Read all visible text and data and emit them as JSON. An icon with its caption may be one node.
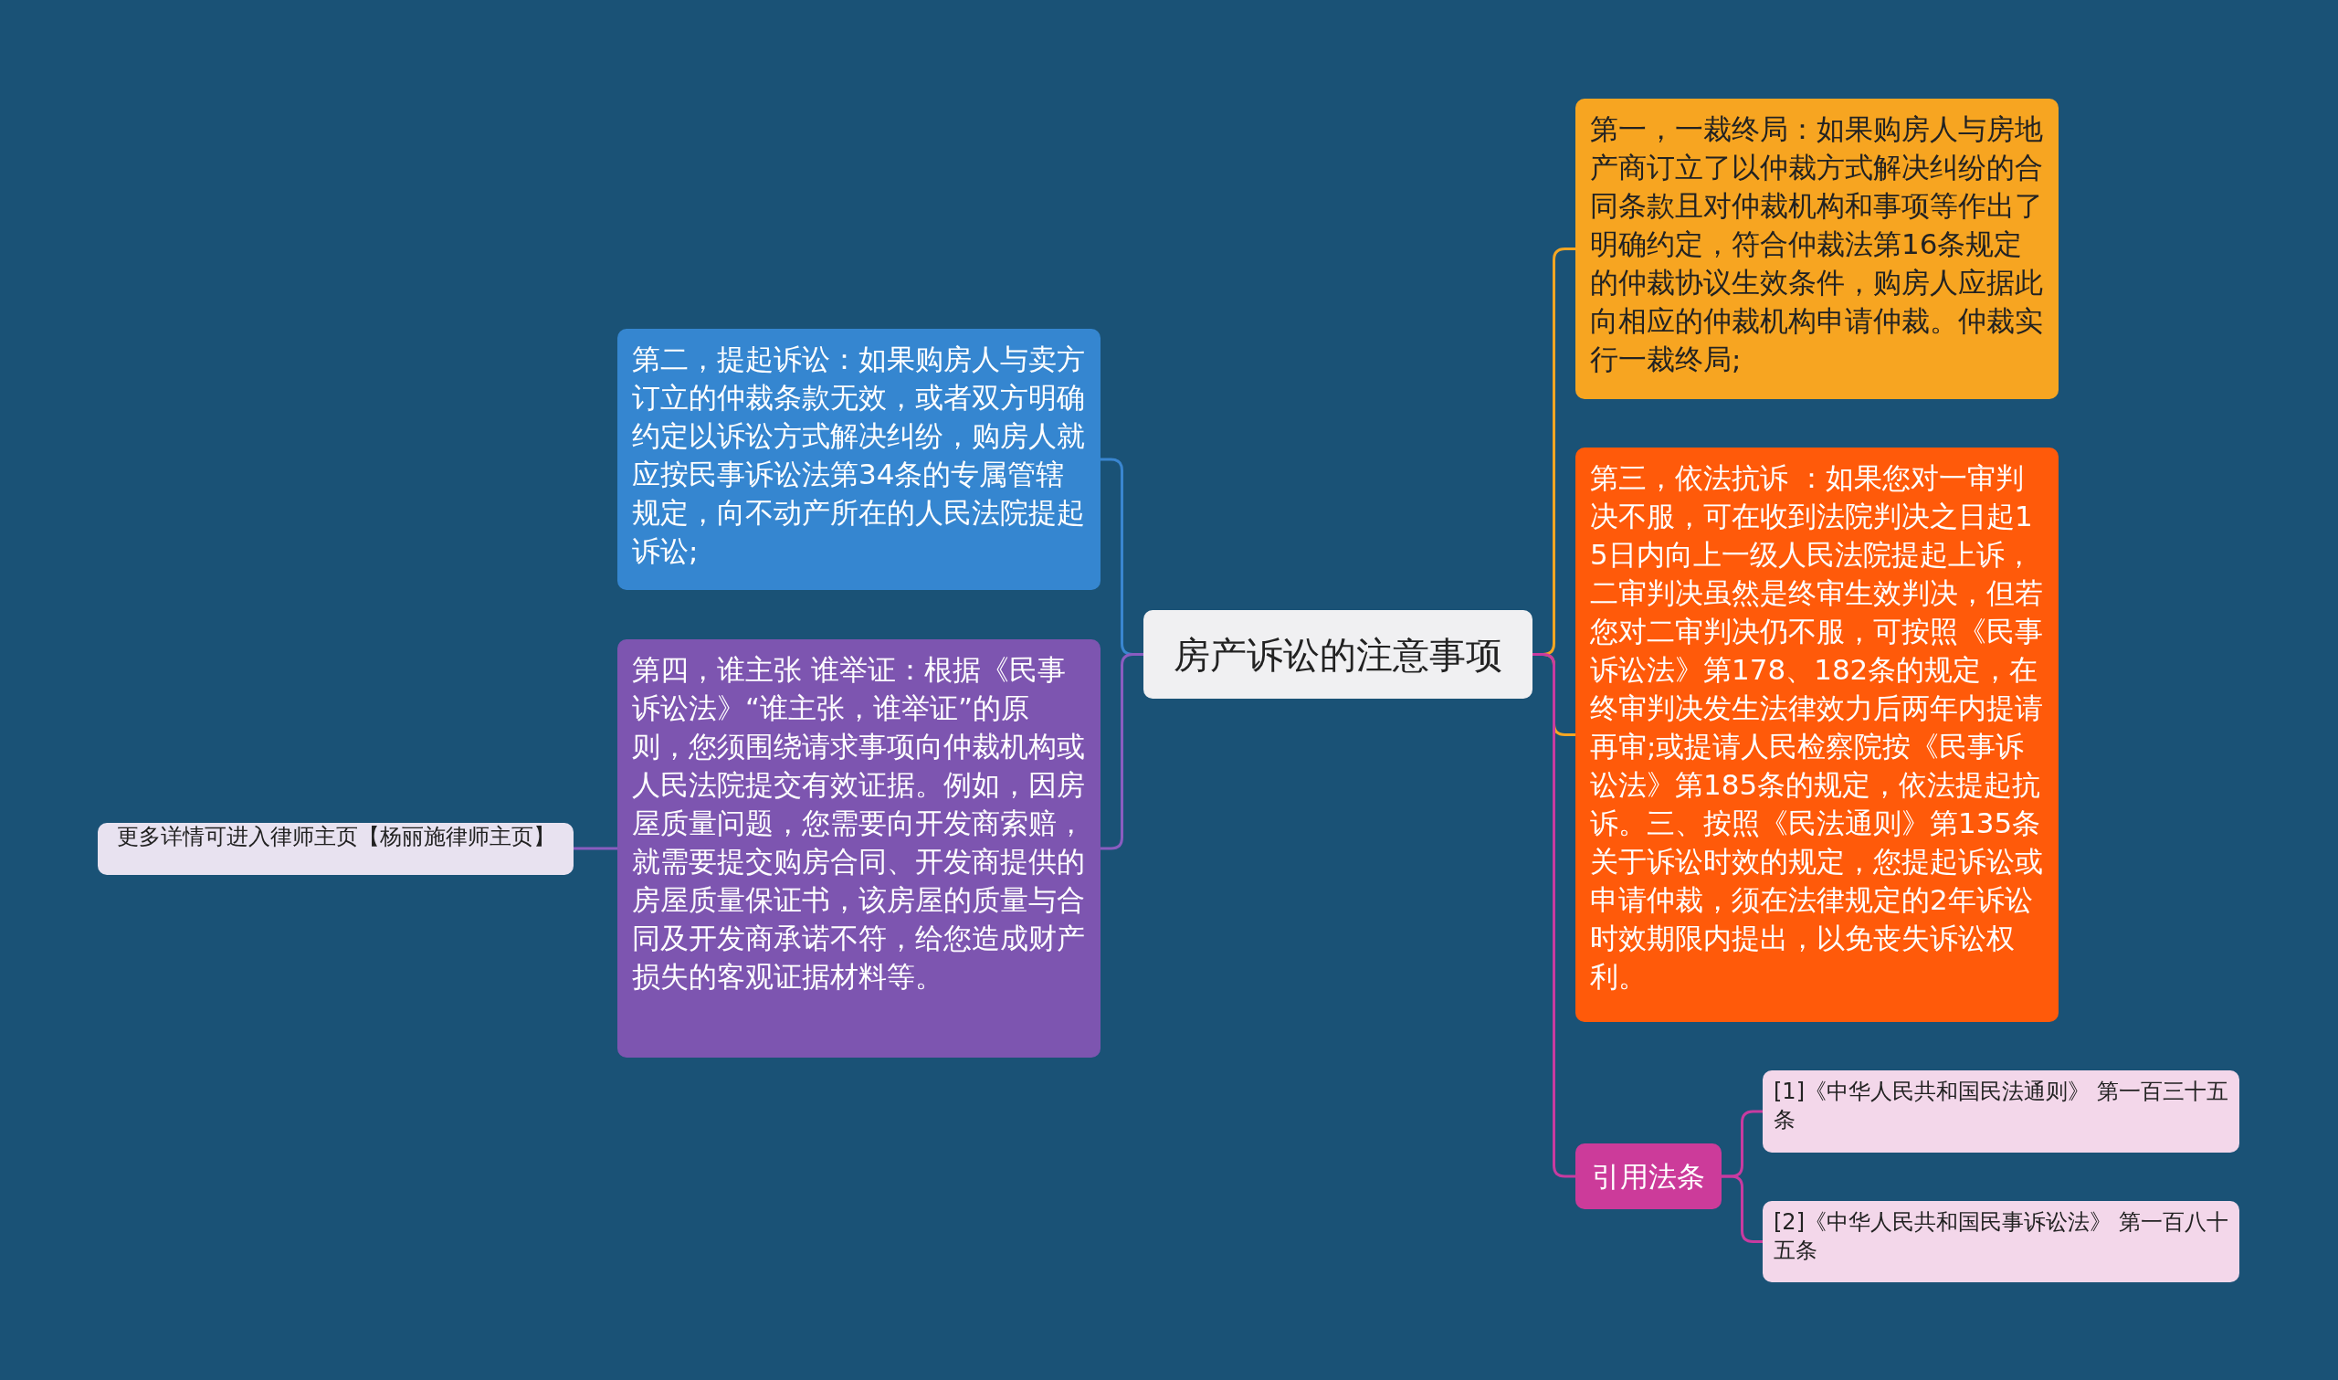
{
  "diagram": {
    "nodes": [
      {
        "text": [
          "房产诉讼的注意事项"
        ]
      },
      {
        "text": [
          "第二，提起诉讼：如果购房人与卖方订立的仲裁条款无效，或者双方明确约定以诉讼方式解决纠纷，购房人就应按民事诉讼法第34条的专属管辖规定，向不动产所在的人民法院提起诉讼;"
        ]
      },
      {
        "text": [
          "第四，谁主张 谁举证：根据《民事诉讼法》“谁主张，谁举证”的原则，您须围绕请求事项向仲裁机构或人民法院提交有效证据。例如，因房屋质量问题，您需要向开发商索赔，就需要提交购房合同、开发商提供的房屋质量保证书，该房屋的质量与合同及开发商承诺不符，给您造成财产损失的客观证据材料等。"
        ]
      },
      {
        "text": [
          "更多详情可进入律师主页【杨丽施律师主页】"
        ]
      },
      {
        "text": [
          "第一，一裁终局：如果购房人与房地产商订立了以仲裁方式解决纠纷的合同条款且对仲裁机构和事项等作出了明确约定，符合仲裁法第16条规定的仲裁协议生效条件，购房人应据此向相应的仲裁机构申请仲裁。仲裁实行一裁终局;"
        ]
      },
      {
        "text": [
          "第三，依法抗诉 ：如果您对一审判决不服，可在收到法院判决之日起15日内向上一级人民法院提起上诉，二审判决虽然是终审生效判决，但若您对二审判决仍不服，可按照《民事诉讼法》第178、182条的规定，在终审判决发生法律效力后两年内提请再审;或提请人民检察院按《民事诉讼法》第185条的规定，依法提起抗诉。三、按照《民法通则》第135条关于诉讼时效的规定，您提起诉讼或申请仲裁，须在法律规定的2年诉讼时效期限内提出，以免丧失诉讼权利。"
        ]
      },
      {
        "text": [
          "引用法条"
        ]
      },
      {
        "text": [
          "[1]《中华人民共和国民法通则》 第一百三十五条"
        ]
      },
      {
        "text": [
          "[2]《中华人民共和国民事诉讼法》 第一百八十五条"
        ]
      }
    ],
    "edges": [
      {
        "from": 0,
        "to": 1,
        "arrow": "none",
        "color": "#3a86d0"
      },
      {
        "from": 0,
        "to": 2,
        "arrow": "none",
        "color": "#8a5cc0"
      },
      {
        "from": 2,
        "to": 3,
        "arrow": "none",
        "color": "#8a5cc0"
      },
      {
        "from": 0,
        "to": 4,
        "arrow": "none",
        "color": "#f5a623"
      },
      {
        "from": 0,
        "to": 5,
        "arrow": "none",
        "color": "#f5a623"
      },
      {
        "from": 0,
        "to": 6,
        "arrow": "none",
        "color": "#c83ba0"
      },
      {
        "from": 6,
        "to": 7,
        "arrow": "none",
        "color": "#c83ba0"
      },
      {
        "from": 6,
        "to": 8,
        "arrow": "none",
        "color": "#c83ba0"
      }
    ]
  }
}
